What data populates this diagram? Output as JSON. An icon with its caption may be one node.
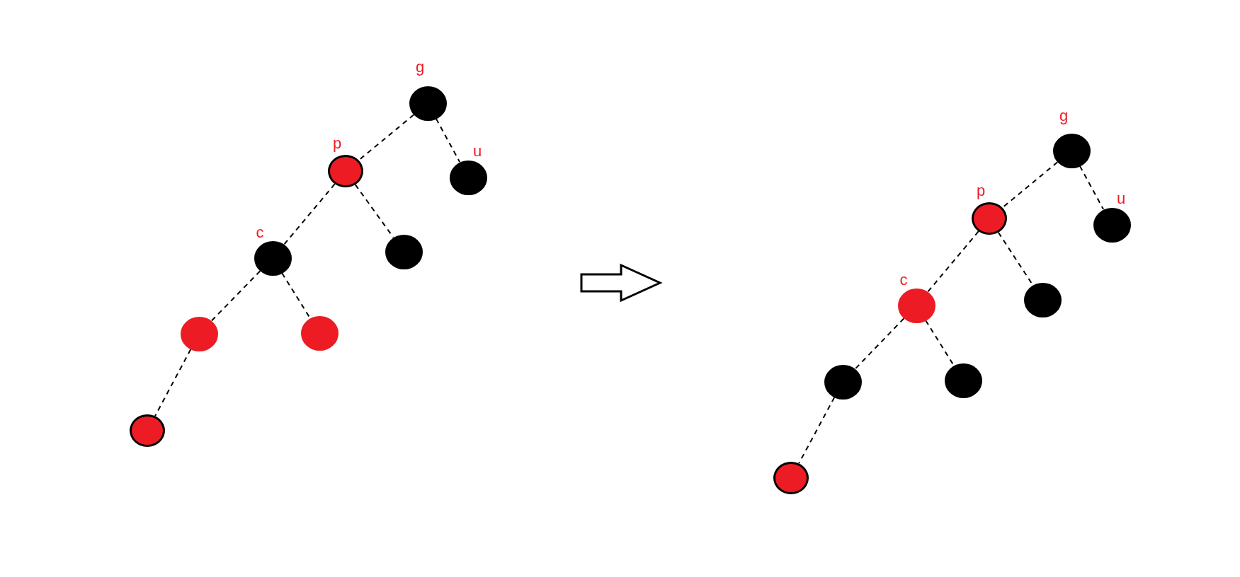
{
  "diagram": {
    "nodes": [
      {
        "text": [],
        "shape": "circle",
        "beside": [
          "g"
        ]
      },
      {
        "text": [],
        "shape": "circle",
        "beside": [
          "p"
        ]
      },
      {
        "text": [],
        "shape": "circle",
        "beside": [
          "u"
        ]
      },
      {
        "text": [],
        "shape": "circle",
        "beside": [
          "c"
        ]
      },
      {
        "text": [],
        "shape": "circle"
      },
      {
        "text": [],
        "shape": "circle"
      },
      {
        "text": [],
        "shape": "circle"
      },
      {
        "text": [],
        "shape": "circle"
      },
      {
        "text": [],
        "shape": "circle",
        "beside": [
          "g"
        ]
      },
      {
        "text": [],
        "shape": "circle",
        "beside": [
          "p"
        ]
      },
      {
        "text": [],
        "shape": "circle",
        "beside": [
          "u"
        ]
      },
      {
        "text": [],
        "shape": "circle",
        "beside": [
          "c"
        ]
      },
      {
        "text": [],
        "shape": "circle"
      },
      {
        "text": [],
        "shape": "circle"
      },
      {
        "text": [],
        "shape": "circle"
      },
      {
        "text": [],
        "shape": "circle"
      }
    ],
    "edges": [
      {
        "from": 0,
        "to": 1,
        "arrow": "none",
        "style": "dashed"
      },
      {
        "from": 0,
        "to": 2,
        "arrow": "none",
        "style": "dashed"
      },
      {
        "from": 1,
        "to": 3,
        "arrow": "none",
        "style": "dashed"
      },
      {
        "from": 1,
        "to": 4,
        "arrow": "none",
        "style": "dashed"
      },
      {
        "from": 3,
        "to": 5,
        "arrow": "none",
        "style": "dashed"
      },
      {
        "from": 3,
        "to": 6,
        "arrow": "none",
        "style": "dashed"
      },
      {
        "from": 5,
        "to": 7,
        "arrow": "none",
        "style": "dashed"
      },
      {
        "from": 8,
        "to": 9,
        "arrow": "none",
        "style": "dashed"
      },
      {
        "from": 8,
        "to": 10,
        "arrow": "none",
        "style": "dashed"
      },
      {
        "from": 9,
        "to": 11,
        "arrow": "none",
        "style": "dashed"
      },
      {
        "from": 9,
        "to": 12,
        "arrow": "none",
        "style": "dashed"
      },
      {
        "from": 11,
        "to": 13,
        "arrow": "none",
        "style": "dashed"
      },
      {
        "from": 11,
        "to": 14,
        "arrow": "none",
        "style": "dashed"
      },
      {
        "from": 13,
        "to": 15,
        "arrow": "none",
        "style": "dashed"
      }
    ]
  }
}
